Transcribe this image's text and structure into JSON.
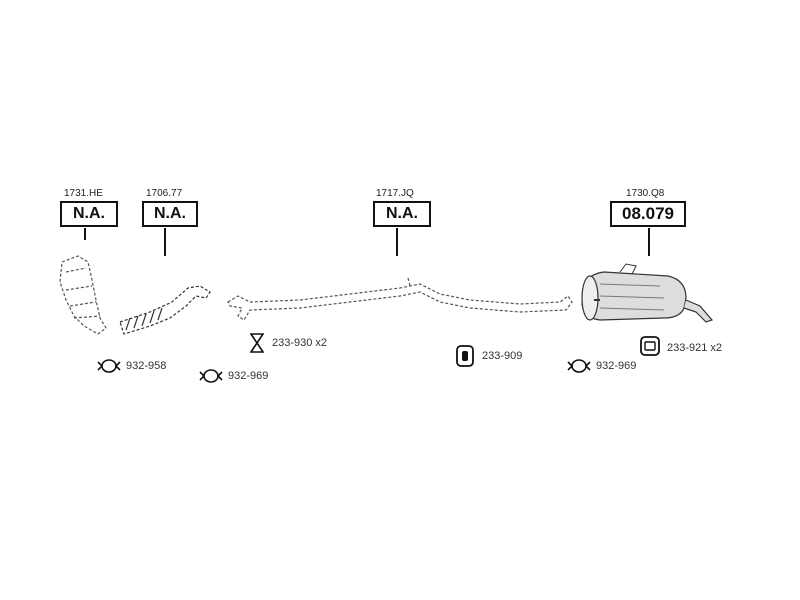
{
  "parts": [
    {
      "ref": "1731.HE",
      "label": "N.A."
    },
    {
      "ref": "1706.77",
      "label": "N.A."
    },
    {
      "ref": "1717.JQ",
      "label": "N.A."
    },
    {
      "ref": "1730.Q8",
      "label": "08.079"
    }
  ],
  "accessories": [
    {
      "code": "233-930 x2",
      "icon": "rubber-mount-icon"
    },
    {
      "code": "233-909",
      "icon": "rubber-hanger-icon"
    },
    {
      "code": "233-921 x2",
      "icon": "rubber-block-icon"
    },
    {
      "code": "932-958",
      "icon": "clamp-icon"
    },
    {
      "code": "932-969",
      "icon": "clamp-icon"
    },
    {
      "code": "932-969",
      "icon": "clamp-icon"
    }
  ]
}
